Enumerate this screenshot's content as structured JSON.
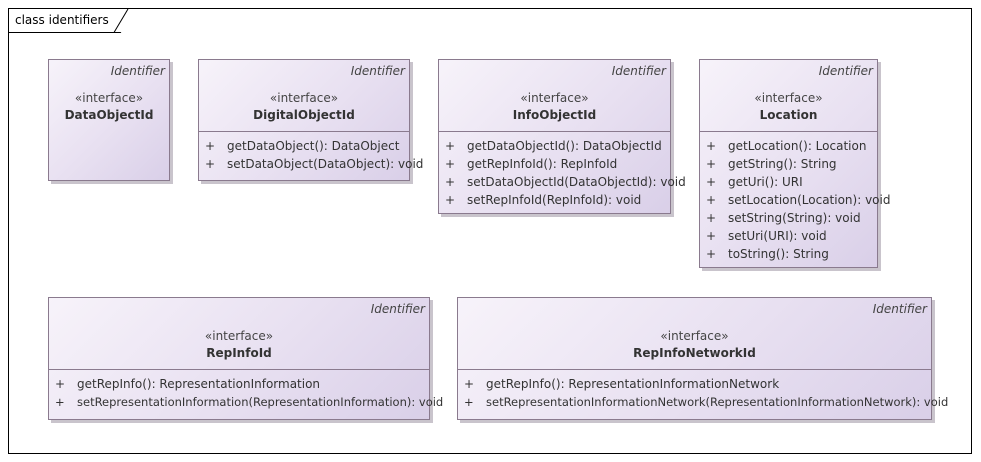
{
  "frame_label": "class identifiers",
  "classes": [
    {
      "parent": "Identifier",
      "stereotype": "«interface»",
      "name": "DataObjectId",
      "operations": []
    },
    {
      "parent": "Identifier",
      "stereotype": "«interface»",
      "name": "DigitalObjectId",
      "operations": [
        {
          "vis": "+",
          "sig": "getDataObject(): DataObject"
        },
        {
          "vis": "+",
          "sig": "setDataObject(DataObject): void"
        }
      ]
    },
    {
      "parent": "Identifier",
      "stereotype": "«interface»",
      "name": "InfoObjectId",
      "operations": [
        {
          "vis": "+",
          "sig": "getDataObjectId(): DataObjectId"
        },
        {
          "vis": "+",
          "sig": "getRepInfoId(): RepInfoId"
        },
        {
          "vis": "+",
          "sig": "setDataObjectId(DataObjectId): void"
        },
        {
          "vis": "+",
          "sig": "setRepInfoId(RepInfoId): void"
        }
      ]
    },
    {
      "parent": "Identifier",
      "stereotype": "«interface»",
      "name": "Location",
      "operations": [
        {
          "vis": "+",
          "sig": "getLocation(): Location"
        },
        {
          "vis": "+",
          "sig": "getString(): String"
        },
        {
          "vis": "+",
          "sig": "getUri(): URI"
        },
        {
          "vis": "+",
          "sig": "setLocation(Location): void"
        },
        {
          "vis": "+",
          "sig": "setString(String): void"
        },
        {
          "vis": "+",
          "sig": "setUri(URI): void"
        },
        {
          "vis": "+",
          "sig": "toString(): String"
        }
      ]
    },
    {
      "parent": "Identifier",
      "stereotype": "«interface»",
      "name": "RepInfoId",
      "operations": [
        {
          "vis": "+",
          "sig": "getRepInfo(): RepresentationInformation"
        },
        {
          "vis": "+",
          "sig": "setRepresentationInformation(RepresentationInformation): void"
        }
      ]
    },
    {
      "parent": "Identifier",
      "stereotype": "«interface»",
      "name": "RepInfoNetworkId",
      "operations": [
        {
          "vis": "+",
          "sig": "getRepInfo(): RepresentationInformationNetwork"
        },
        {
          "vis": "+",
          "sig": "setRepresentationInformationNetwork(RepresentationInformationNetwork): void"
        }
      ]
    }
  ]
}
